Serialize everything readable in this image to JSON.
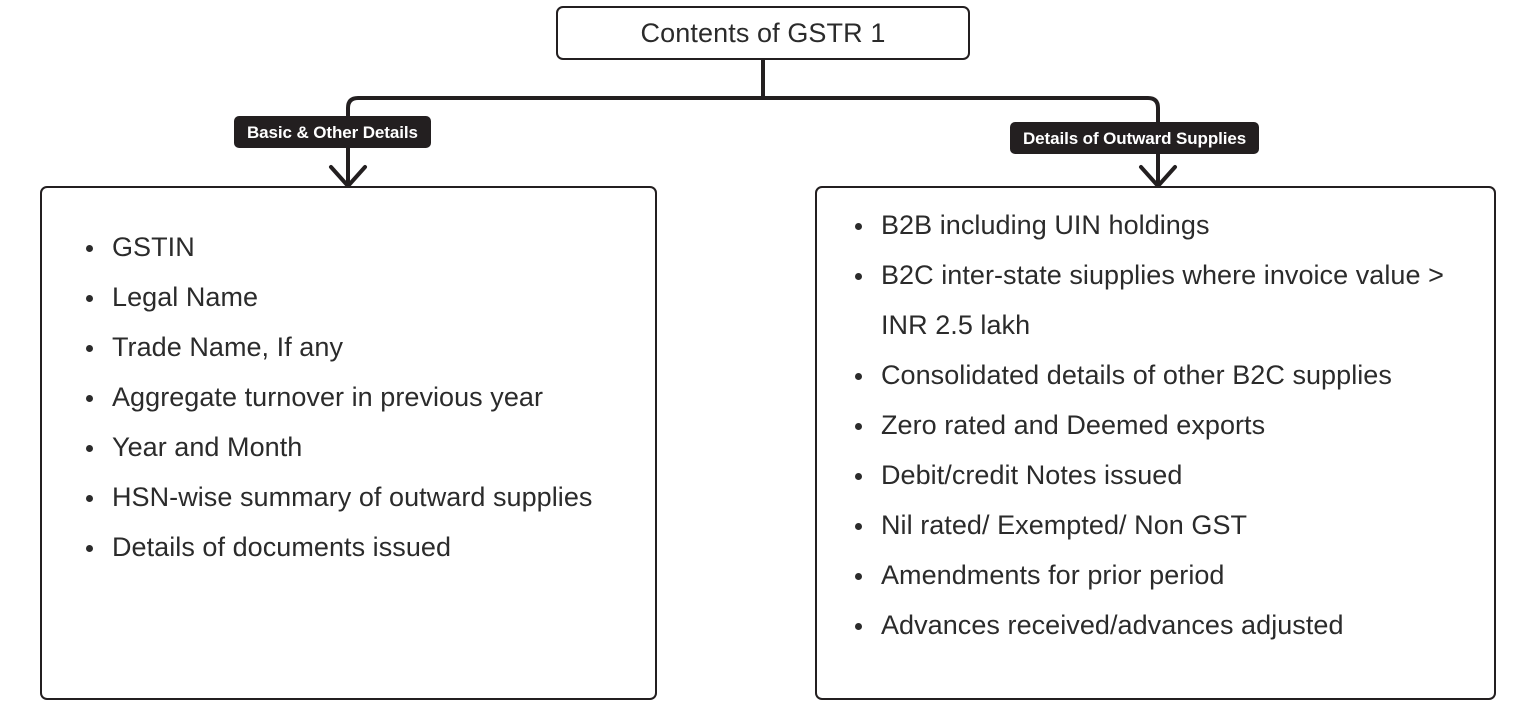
{
  "diagram": {
    "root": {
      "title": "Contents of GSTR 1"
    },
    "branches": [
      {
        "badge": "Basic & Other Details",
        "items": [
          "GSTIN",
          "Legal Name",
          "Trade Name, If any",
          "Aggregate turnover in previous year",
          "Year and Month",
          "HSN-wise summary of outward supplies",
          "Details of documents issued"
        ]
      },
      {
        "badge": "Details of Outward Supplies",
        "items": [
          "B2B including UIN holdings",
          "B2C inter-state siupplies where invoice value > INR 2.5 lakh",
          "Consolidated details of other B2C supplies",
          "Zero rated and Deemed exports",
          "Debit/credit Notes issued",
          "Nil rated/ Exempted/ Non GST",
          "Amendments for prior period",
          "Advances received/advances adjusted"
        ]
      }
    ],
    "colors": {
      "line": "#231f20",
      "badge_background": "#231f20",
      "badge_text": "#ffffff",
      "body_text": "#2b2b2b",
      "panel_background": "#ffffff"
    }
  }
}
